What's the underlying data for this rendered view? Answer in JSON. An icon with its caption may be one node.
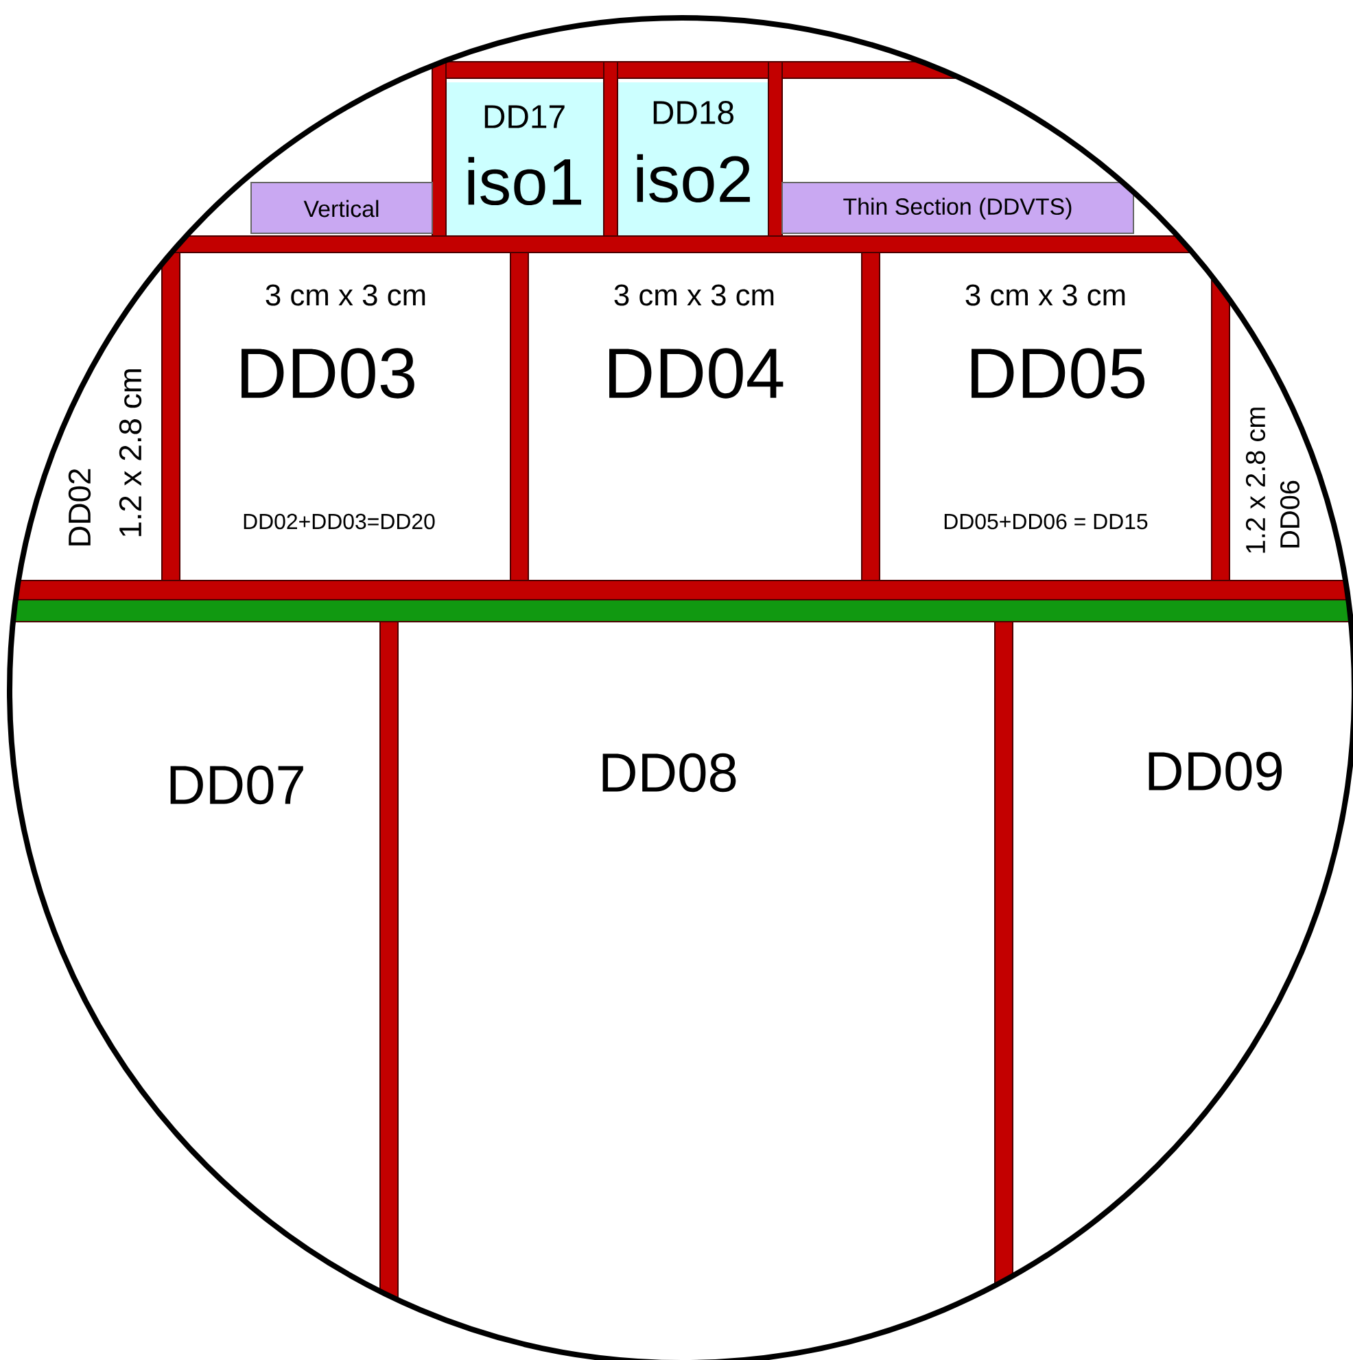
{
  "diagram": {
    "nodes": [
      {
        "text": [
          "Vertical"
        ]
      },
      {
        "text": [
          "DD17",
          "iso1"
        ]
      },
      {
        "text": [
          "DD18",
          "iso2"
        ]
      },
      {
        "text": [
          "Thin Section (DDVTS)"
        ]
      },
      {
        "text": [
          "3 cm x 3 cm",
          "DD03",
          "DD02+DD03=DD20"
        ]
      },
      {
        "text": [
          "3 cm x 3 cm",
          "DD04"
        ]
      },
      {
        "text": [
          "3 cm x 3 cm",
          "DD05",
          "DD05+DD06 = DD15"
        ]
      },
      {
        "text": [
          "DD02",
          "1.2 x 2.8 cm"
        ]
      },
      {
        "text": [
          "1.2 x 2.8 cm",
          "DD06"
        ]
      },
      {
        "text": [
          "DD07"
        ]
      },
      {
        "text": [
          "DD08"
        ]
      },
      {
        "text": [
          "DD09"
        ]
      }
    ]
  }
}
